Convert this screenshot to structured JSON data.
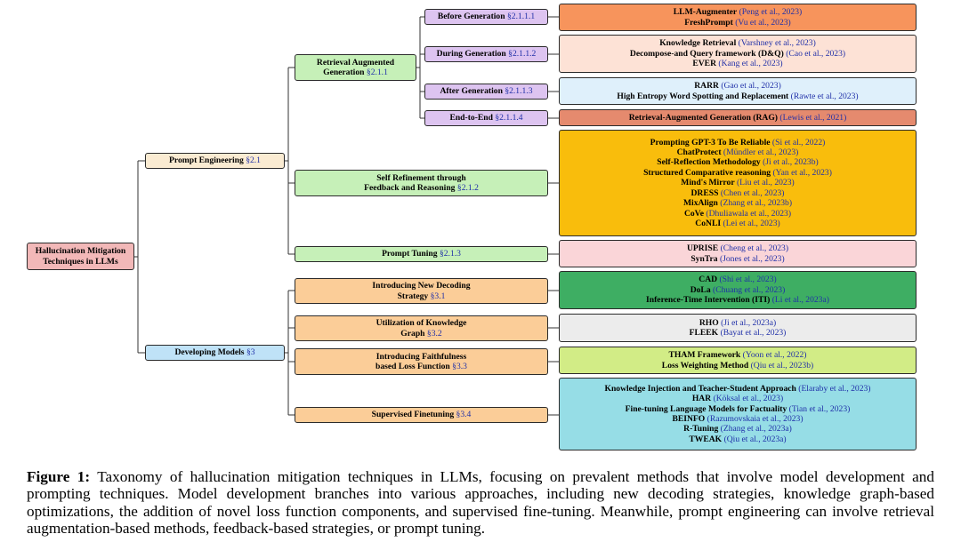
{
  "root": {
    "line1": "Hallucination Mitigation",
    "line2": "Techniques in LLMs"
  },
  "branches": {
    "prompt_engineering": {
      "label": "Prompt Engineering",
      "section": "§2.1"
    },
    "developing_models": {
      "label": "Developing Models",
      "section": "§3"
    }
  },
  "subnodes": {
    "rag": {
      "line1": "Retrieval Augmented",
      "line2": "Generation",
      "section": "§2.1.1"
    },
    "self_refinement": {
      "line1": "Self Refinement through",
      "line2": "Feedback and Reasoning",
      "section": "§2.1.2"
    },
    "prompt_tuning": {
      "label": "Prompt Tuning",
      "section": "§2.1.3"
    },
    "decoding": {
      "line1": "Introducing New Decoding",
      "line2": "Strategy",
      "section": "§3.1"
    },
    "knowledge_graph": {
      "line1": "Utilization of Knowledge",
      "line2": "Graph",
      "section": "§3.2"
    },
    "faithfulness": {
      "line1": "Introducing Faithfulness",
      "line2": "based Loss Function",
      "section": "§3.3"
    },
    "finetuning": {
      "label": "Supervised Finetuning",
      "section": "§3.4"
    }
  },
  "rag_stages": {
    "before": {
      "label": "Before Generation",
      "section": "§2.1.1.1"
    },
    "during": {
      "label": "During Generation",
      "section": "§2.1.1.2"
    },
    "after": {
      "label": "After Generation",
      "section": "§2.1.1.3"
    },
    "end_to_end": {
      "label": "End-to-End",
      "section": "§2.1.1.4"
    }
  },
  "leaves": {
    "before": [
      {
        "name": "LLM-Augmenter",
        "ref": "(Peng et al., 2023)"
      },
      {
        "name": "FreshPrompt",
        "ref": "(Vu et al., 2023)"
      }
    ],
    "during": [
      {
        "name": "Knowledge Retrieval",
        "ref": "(Varshney et al., 2023)"
      },
      {
        "name": "Decompose-and Query framework (D&Q)",
        "ref": "(Cao et al., 2023)"
      },
      {
        "name": "EVER",
        "ref": "(Kang et al., 2023)"
      }
    ],
    "after": [
      {
        "name": "RARR",
        "ref": "(Gao et al., 2023)"
      },
      {
        "name": "High Entropy Word Spotting and Replacement",
        "ref": "(Rawte et al., 2023)"
      }
    ],
    "end_to_end": [
      {
        "name": "Retrieval-Augmented Generation (RAG)",
        "ref": "(Lewis et al., 2021)"
      }
    ],
    "self_refinement": [
      {
        "name": "Prompting GPT-3 To Be Reliable",
        "ref": "(Si et al., 2022)"
      },
      {
        "name": "ChatProtect",
        "ref": "(Mündler et al., 2023)"
      },
      {
        "name": "Self-Reflection Methodology",
        "ref": "(Ji et al., 2023b)"
      },
      {
        "name": "Structured Comparative reasoning",
        "ref": "(Yan et al., 2023)"
      },
      {
        "name": "Mind's Mirror",
        "ref": "(Liu et al., 2023)"
      },
      {
        "name": "DRESS",
        "ref": "(Chen et al., 2023)"
      },
      {
        "name": "MixAlign",
        "ref": "(Zhang et al., 2023b)"
      },
      {
        "name": "CoVe",
        "ref": "(Dhuliawala et al., 2023)"
      },
      {
        "name": "CoNLI",
        "ref": "(Lei et al., 2023)"
      }
    ],
    "prompt_tuning": [
      {
        "name": "UPRISE",
        "ref": "(Cheng et al., 2023)"
      },
      {
        "name": "SynTra",
        "ref": "(Jones et al., 2023)"
      }
    ],
    "decoding": [
      {
        "name": "CAD",
        "ref": "(Shi et al., 2023)"
      },
      {
        "name": "DoLa",
        "ref": "(Chuang et al., 2023)"
      },
      {
        "name": "Inference-Time Intervention (ITI)",
        "ref": "(Li et al., 2023a)"
      }
    ],
    "knowledge_graph": [
      {
        "name": "RHO",
        "ref": "(Ji et al., 2023a)"
      },
      {
        "name": "FLEEK",
        "ref": "(Bayat et al., 2023)"
      }
    ],
    "faithfulness": [
      {
        "name": "THAM Framework",
        "ref": "(Yoon et al., 2022)"
      },
      {
        "name": "Loss Weighting Method",
        "ref": "(Qiu et al., 2023b)"
      }
    ],
    "finetuning": [
      {
        "name": "Knowledge Injection and Teacher-Student Approach",
        "ref": "(Elaraby et al., 2023)"
      },
      {
        "name": "HAR",
        "ref": "(Köksal et al., 2023)"
      },
      {
        "name": "Fine-tuning Language Models for Factuality",
        "ref": "(Tian et al., 2023)"
      },
      {
        "name": "BEINFO",
        "ref": "(Razumovskaia et al., 2023)"
      },
      {
        "name": "R-Tuning",
        "ref": "(Zhang et al., 2023a)"
      },
      {
        "name": "TWEAK",
        "ref": "(Qiu et al., 2023a)"
      }
    ]
  },
  "caption": {
    "label": "Figure 1:",
    "text": "Taxonomy of hallucination mitigation techniques in LLMs, focusing on prevalent methods that involve model development and prompting techniques. Model development branches into various approaches, including new decoding strategies, knowledge graph-based optimizations, the addition of novel loss function components, and supervised fine-tuning. Meanwhile, prompt engineering can involve retrieval augmentation-based methods, feedback-based strategies, or prompt tuning."
  },
  "colors": {
    "root": "#f2b8b8",
    "prompt_engineering": "#faebd2",
    "developing_models": "#bfe2f7",
    "rag_subnode": "#c6f0b8",
    "rag_stage": "#ddc4f0",
    "model_subnode": "#fbcd98",
    "leaf_before": "#f7945c",
    "leaf_during": "#fde2d6",
    "leaf_after": "#dff0fb",
    "leaf_end_to_end": "#e58a6e",
    "leaf_self_refinement": "#f9bd0c",
    "leaf_prompt_tuning": "#fad5d8",
    "leaf_decoding": "#3eae63",
    "leaf_knowledge_graph": "#ececec",
    "leaf_faithfulness": "#d2ec86",
    "leaf_finetuning": "#96dde6"
  }
}
